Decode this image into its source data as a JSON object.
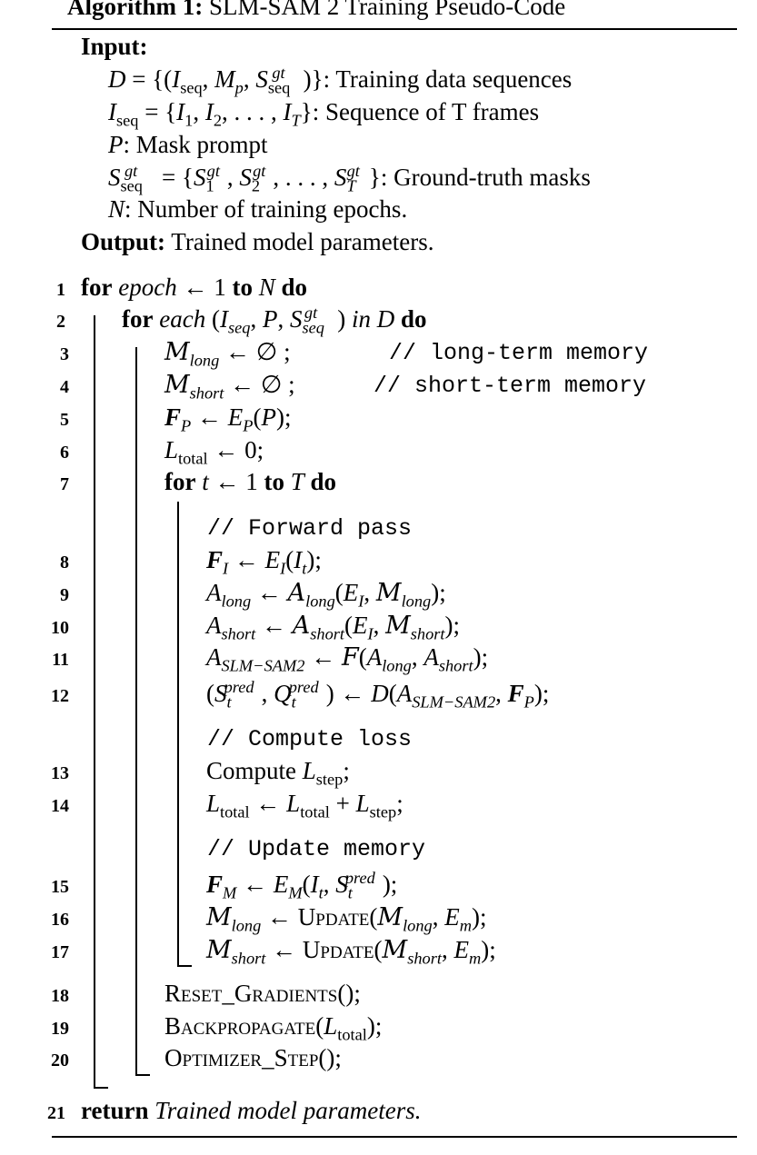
{
  "algorithm": {
    "caption_label": "Algorithm 1:",
    "caption_title": "SLM-SAM 2 Training Pseudo-Code",
    "input_label": "Input:",
    "output_label": "Output:",
    "output_text": "Trained model parameters.",
    "inputs": [
      {
        "math": "D = {(I_seq, M_p, S_seq^gt)}",
        "desc": ": Training data sequences"
      },
      {
        "math": "I_seq = {I_1, I_2, ..., I_T}",
        "desc": ": Sequence of T frames"
      },
      {
        "math": "P",
        "desc": ": Mask prompt"
      },
      {
        "math": "S_seq^gt = {S_1^gt, S_2^gt, ..., S_T^gt}",
        "desc": ": Ground-truth masks"
      },
      {
        "math": "N",
        "desc": ": Number of training epochs."
      }
    ],
    "kw": {
      "for": "for",
      "to": "to",
      "do": "do",
      "each": "each",
      "in": "in",
      "return": "return",
      "compute": "Compute",
      "reset": "Reset_Gradients",
      "backprop": "Backpropagate",
      "optim": "Optimizer_Step",
      "update": "Update"
    },
    "comments": {
      "long_term": "// long-term memory",
      "short_term": "// short-term memory",
      "forward": "// Forward pass",
      "loss": "// Compute loss",
      "update": "// Update memory"
    },
    "return_text": "Trained model parameters.",
    "line_numbers": [
      "1",
      "2",
      "3",
      "4",
      "5",
      "6",
      "7",
      "8",
      "9",
      "10",
      "11",
      "12",
      "13",
      "14",
      "15",
      "16",
      "17",
      "18",
      "19",
      "20",
      "21"
    ]
  }
}
